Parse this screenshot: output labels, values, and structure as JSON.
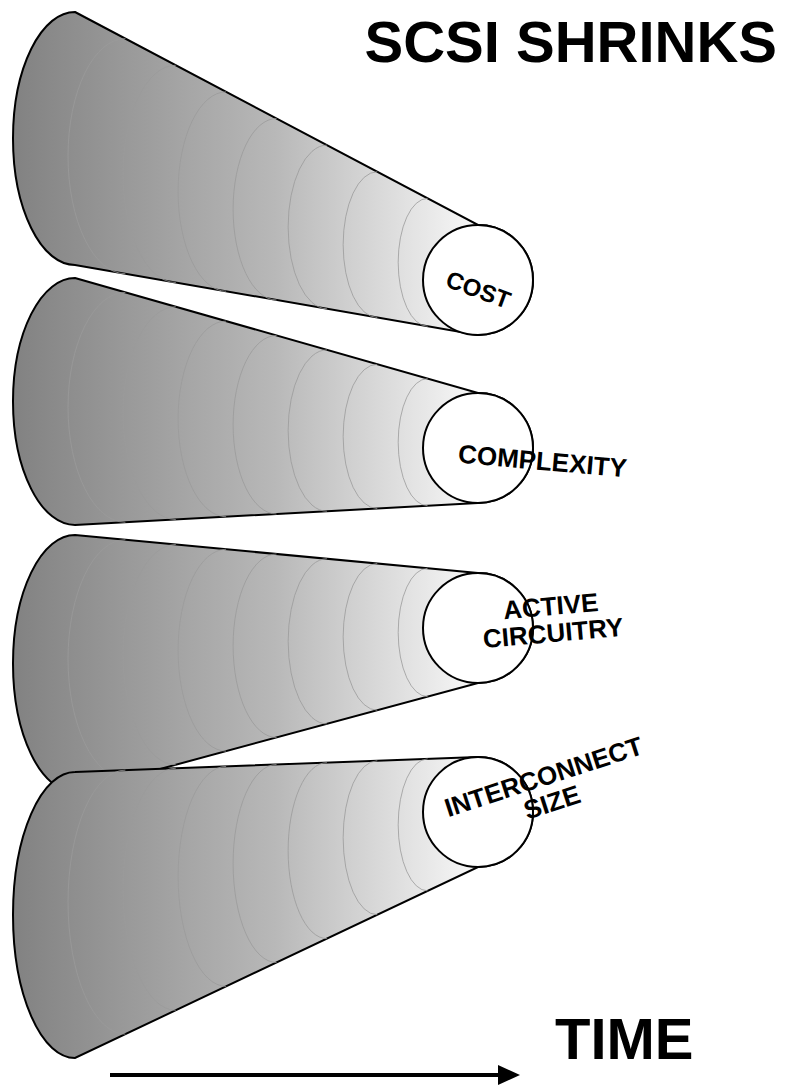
{
  "diagram": {
    "title": "SCSI SHRINKS",
    "nodes": [
      {
        "text": [
          "COST"
        ]
      },
      {
        "text": [
          "COMPLEXITY"
        ]
      },
      {
        "text": [
          "ACTIVE CIRCUITRY"
        ]
      },
      {
        "text": [
          "INTERCONNECT SIZE"
        ]
      }
    ],
    "labels": [
      "TIME"
    ]
  }
}
